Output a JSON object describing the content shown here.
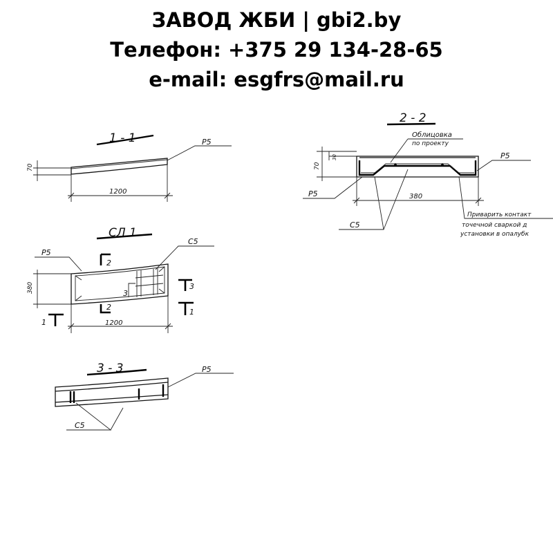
{
  "header": {
    "line1": "ЗАВОД ЖБИ | gbi2.by",
    "line2": "Телефон: +375 29 134-28-65",
    "line3": "e-mail: esgfrs@mail.ru"
  },
  "section_1_1": {
    "title": "1 - 1",
    "label_p5": "Р5",
    "dim_length": "1200",
    "dim_height": "70"
  },
  "section_sl1": {
    "title": "СЛ 1",
    "label_p5": "Р5",
    "label_c5": "С5",
    "dim_length": "1200",
    "dim_width": "380",
    "cut_2_top": "2",
    "cut_2_bottom": "2",
    "cut_3_inner": "3",
    "cut_3_right": "3",
    "cut_1_left": "1",
    "cut_1_right": "1"
  },
  "section_3_3": {
    "title": "3 - 3",
    "label_p5": "Р5",
    "label_c5": "С5"
  },
  "section_2_2": {
    "title": "2 - 2",
    "note_facing_1": "Облицовка",
    "note_facing_2": "по проекту",
    "label_p5_right": "Р5",
    "label_p5_left": "Р5",
    "label_c5": "С5",
    "dim_width": "380",
    "dim_height": "70",
    "dim_small": "30",
    "note_weld_1": "Приварить контакт",
    "note_weld_2": "точечной сваркой д",
    "note_weld_3": "установки в опалубк"
  }
}
